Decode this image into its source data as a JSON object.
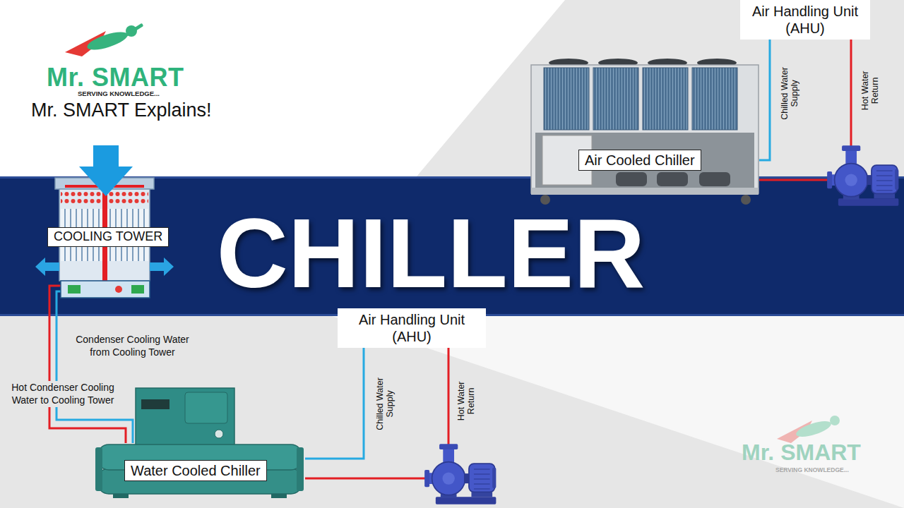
{
  "diagram": {
    "title": "CHILLER",
    "nodes": [
      {
        "text": [
          "Air Handling Unit (AHU)"
        ]
      },
      {
        "text": [
          "Air Cooled Chiller"
        ]
      },
      {
        "text": [
          "COOLING TOWER"
        ]
      },
      {
        "text": [
          "Air Handling Unit (AHU)"
        ]
      },
      {
        "text": [
          "Water Cooled Chiller"
        ]
      }
    ],
    "edges": [
      {
        "from": 1,
        "to": 0,
        "arrow": "none",
        "label": "Chilled Water Supply"
      },
      {
        "from": 0,
        "to": 1,
        "arrow": "none",
        "label": "Hot Water Return"
      },
      {
        "from": 2,
        "to": 4,
        "arrow": "none",
        "label": "Condenser Cooling Water from Cooling Tower"
      },
      {
        "from": 4,
        "to": 2,
        "arrow": "none",
        "label": "Hot Condenser Cooling Water to Cooling Tower"
      },
      {
        "from": 4,
        "to": 3,
        "arrow": "none",
        "label": "Chilled Water Supply"
      },
      {
        "from": 3,
        "to": 4,
        "arrow": "none",
        "label": "Hot Water Return"
      }
    ],
    "labels": [
      "Mr. SMART",
      "SERVING KNOWLEDGE...",
      "Mr. SMART Explains!",
      "Mr. SMART",
      "SERVING KNOWLEDGE..."
    ]
  }
}
